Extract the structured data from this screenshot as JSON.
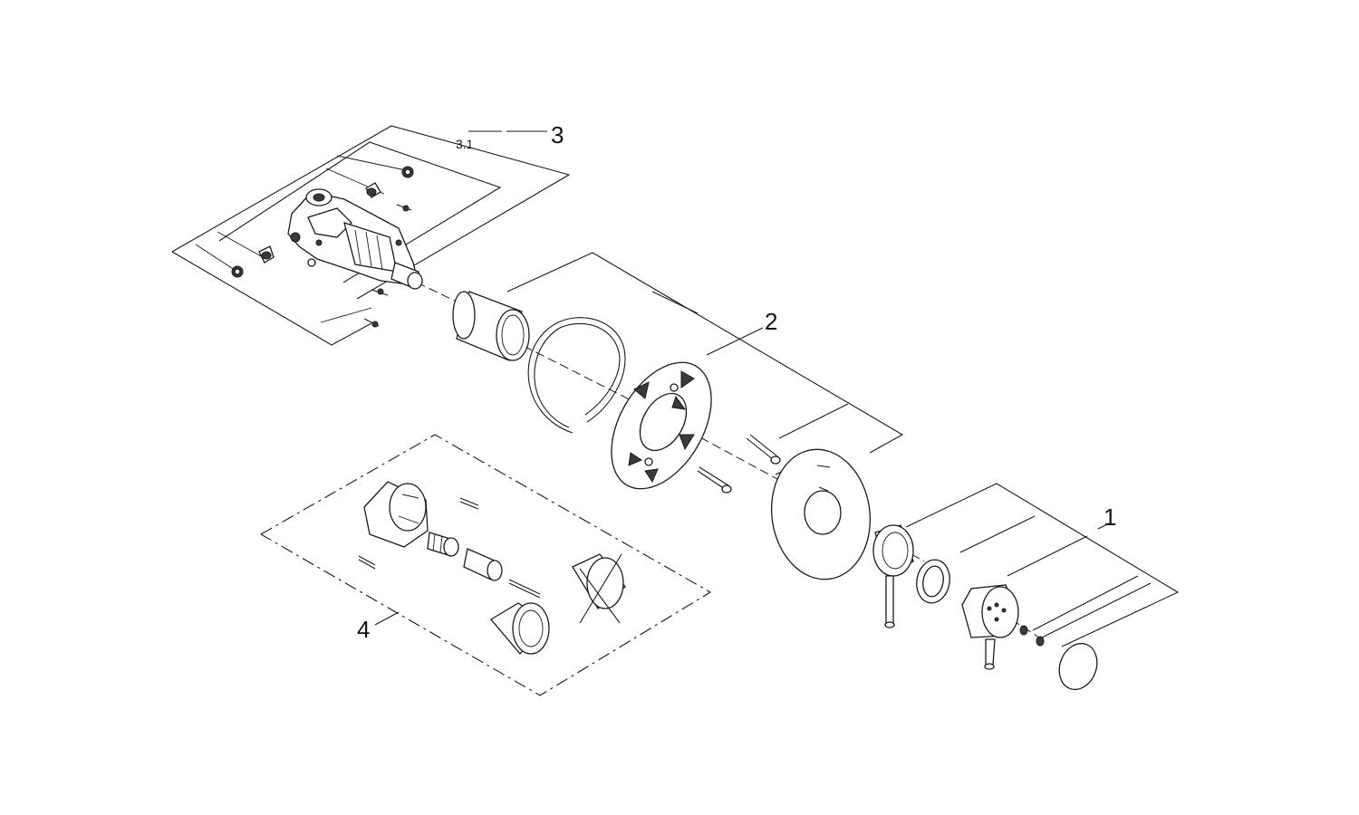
{
  "labels": {
    "part_1": "1",
    "part_2": "2",
    "part_3": "3",
    "part_3_1": "3.1",
    "part_4": "4"
  },
  "colors": {
    "line": "#1a1a1a",
    "background": "#ffffff"
  }
}
